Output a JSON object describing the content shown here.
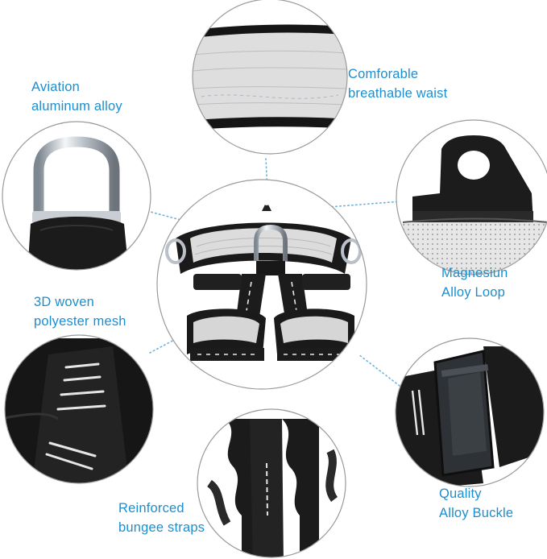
{
  "colors": {
    "label_text": "#1a8fd0",
    "leader_dots": "#6fb3dc",
    "circle_border": "#9a9a9a",
    "webbing": "#151515",
    "padding": "#d9d9d9"
  },
  "callouts": [
    {
      "id": "aviation",
      "line1": "Aviation",
      "line2": "aluminum alloy"
    },
    {
      "id": "waist",
      "line1": "Comforable",
      "line2": "breathable waist"
    },
    {
      "id": "loop",
      "line1": "Magnesiun",
      "line2": "Alloy Loop"
    },
    {
      "id": "mesh",
      "line1": "3D woven",
      "line2": "polyester mesh"
    },
    {
      "id": "buckle",
      "line1": "Quality",
      "line2": "Alloy Buckle"
    },
    {
      "id": "bungee",
      "line1": "Reinforced",
      "line2": "bungee straps"
    }
  ]
}
